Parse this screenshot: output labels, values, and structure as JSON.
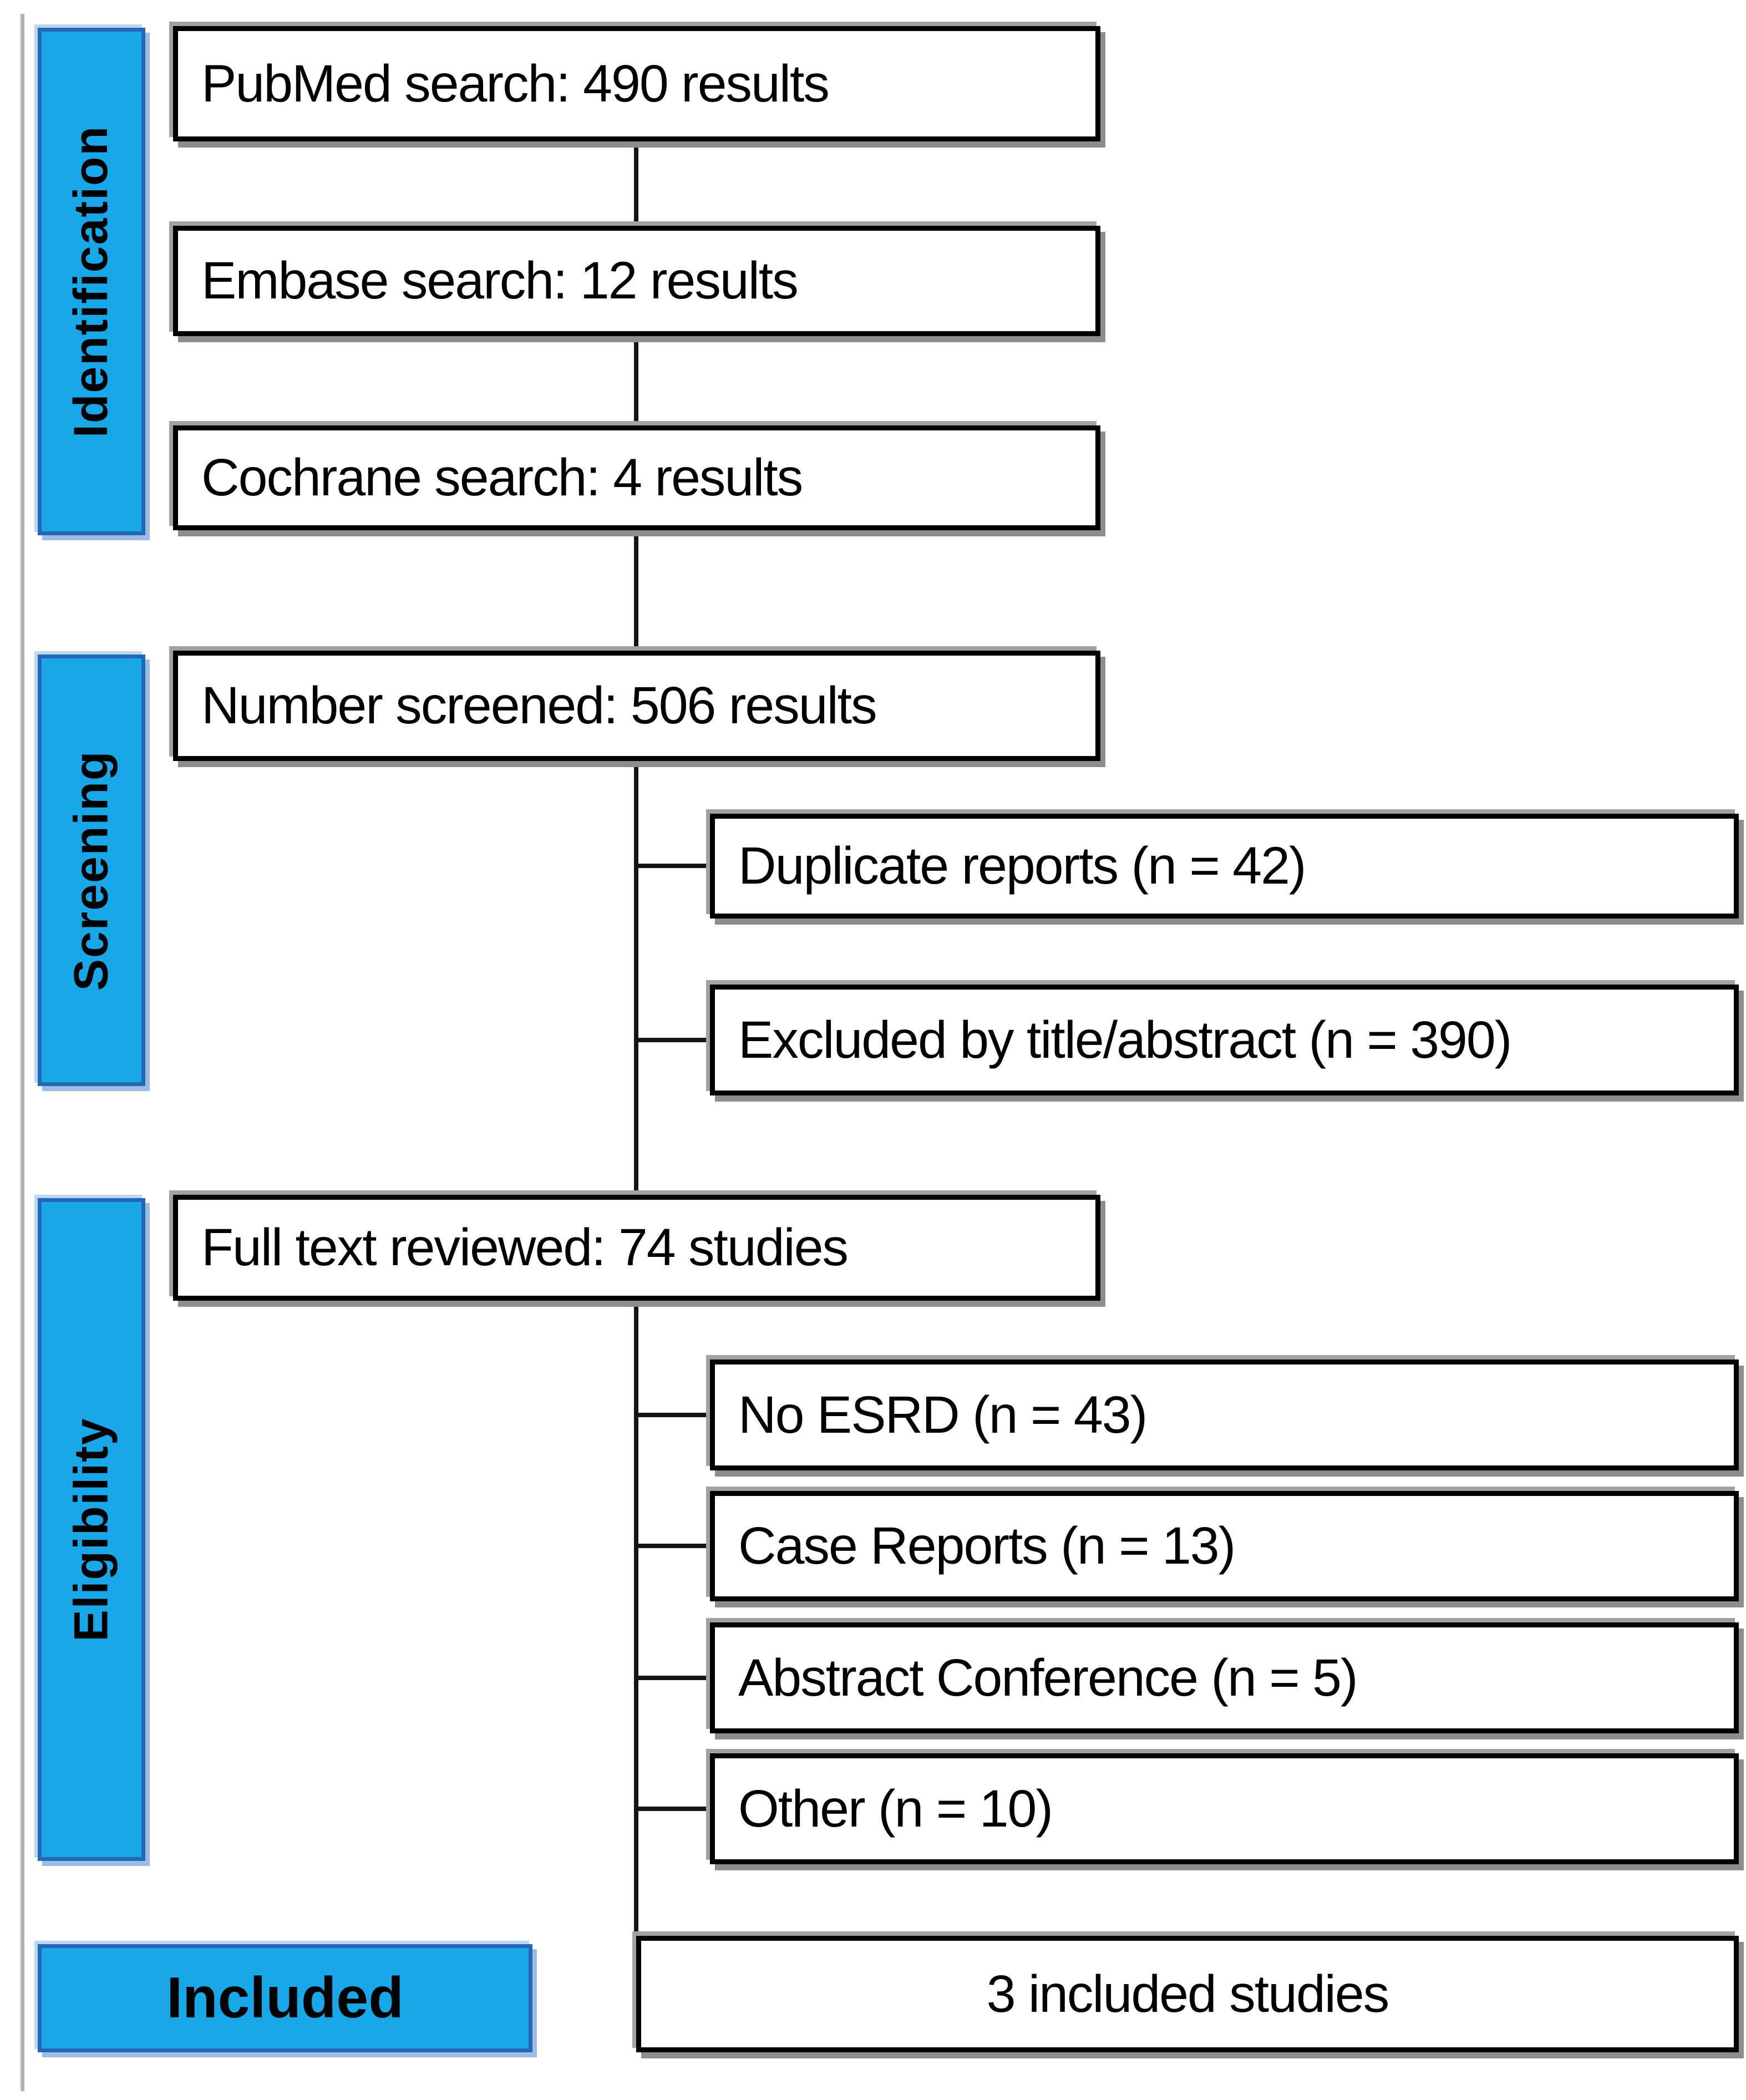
{
  "stages": {
    "identification": {
      "label": "Identification"
    },
    "screening": {
      "label": "Screening"
    },
    "eligibility": {
      "label": "Eligibility"
    },
    "included": {
      "label": "Included"
    }
  },
  "flow": {
    "pubmed": {
      "label": "PubMed search: 490 results"
    },
    "embase": {
      "label": "Embase search: 12 results"
    },
    "cochrane": {
      "label": "Cochrane search: 4 results"
    },
    "screened": {
      "label": "Number screened: 506 results"
    },
    "fulltext": {
      "label": "Full text reviewed: 74 studies"
    },
    "included_studies": {
      "label": "3 included studies"
    }
  },
  "exclusions": {
    "duplicates": {
      "label": "Duplicate reports (n = 42)"
    },
    "title_abstract": {
      "label": "Excluded by title/abstract (n = 390)"
    },
    "no_esrd": {
      "label": "No ESRD (n = 43)"
    },
    "case_reports": {
      "label": "Case Reports (n = 13)"
    },
    "abstract_conference": {
      "label": "Abstract Conference (n = 5)"
    },
    "other": {
      "label": "Other (n = 10)"
    }
  },
  "colors": {
    "stage_fill": "#18a7e9",
    "stage_border": "#2268b4",
    "box_fill": "#ffffff",
    "box_border": "#000000",
    "connector": "#141414",
    "shadow_gray": "#8d8d8d",
    "left_rule_gray": "#b3b3b3"
  }
}
